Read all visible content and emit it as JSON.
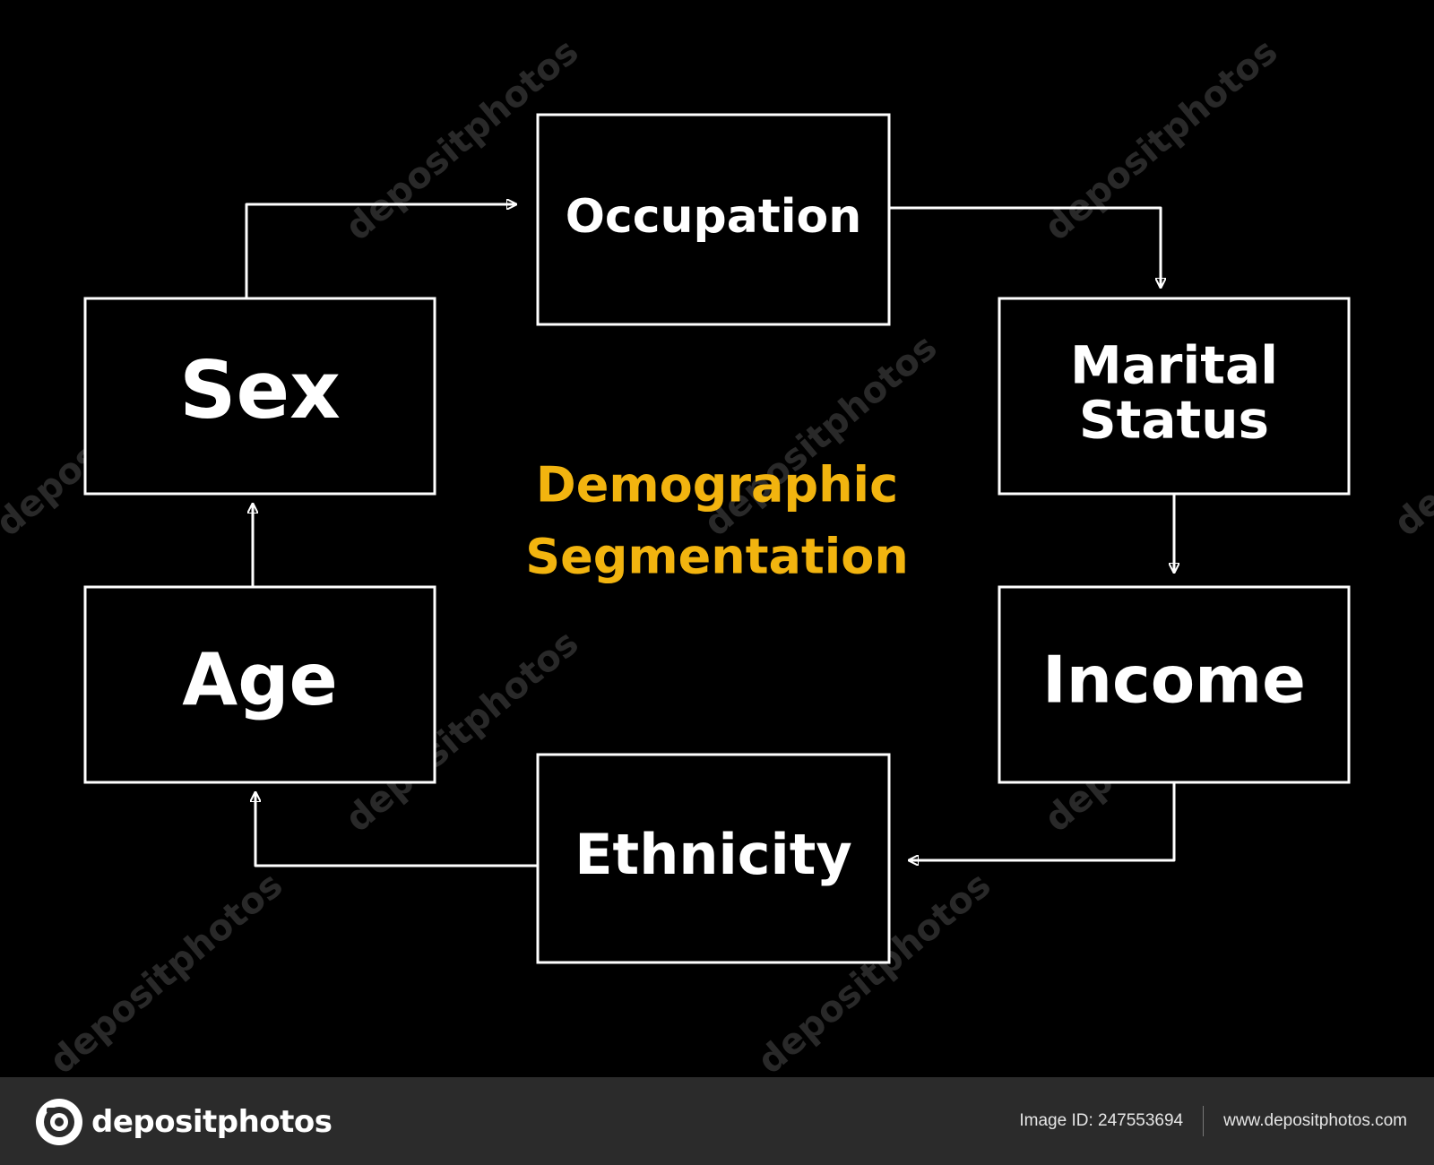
{
  "colors": {
    "background": "#000000",
    "line": "#ffffff",
    "title": "#f2b40f",
    "footer": "#2b2b2b"
  },
  "title_lines": [
    "Demographic",
    "Segmentation"
  ],
  "nodes": [
    {
      "id": "occupation",
      "lines": [
        "Occupation"
      ]
    },
    {
      "id": "marital-status",
      "lines": [
        "Marital",
        "Status"
      ]
    },
    {
      "id": "income",
      "lines": [
        "Income"
      ]
    },
    {
      "id": "ethnicity",
      "lines": [
        "Ethnicity"
      ]
    },
    {
      "id": "age",
      "lines": [
        "Age"
      ]
    },
    {
      "id": "sex",
      "lines": [
        "Sex"
      ]
    }
  ],
  "edges": [
    {
      "from": "sex",
      "to": "occupation"
    },
    {
      "from": "occupation",
      "to": "marital-status"
    },
    {
      "from": "marital-status",
      "to": "income"
    },
    {
      "from": "income",
      "to": "ethnicity"
    },
    {
      "from": "ethnicity",
      "to": "age"
    },
    {
      "from": "age",
      "to": "sex"
    }
  ],
  "watermark_text": "depositphotos",
  "footer": {
    "logo_text": "depositphotos",
    "image_id": "Image ID: 247553694",
    "url": "www.depositphotos.com"
  }
}
